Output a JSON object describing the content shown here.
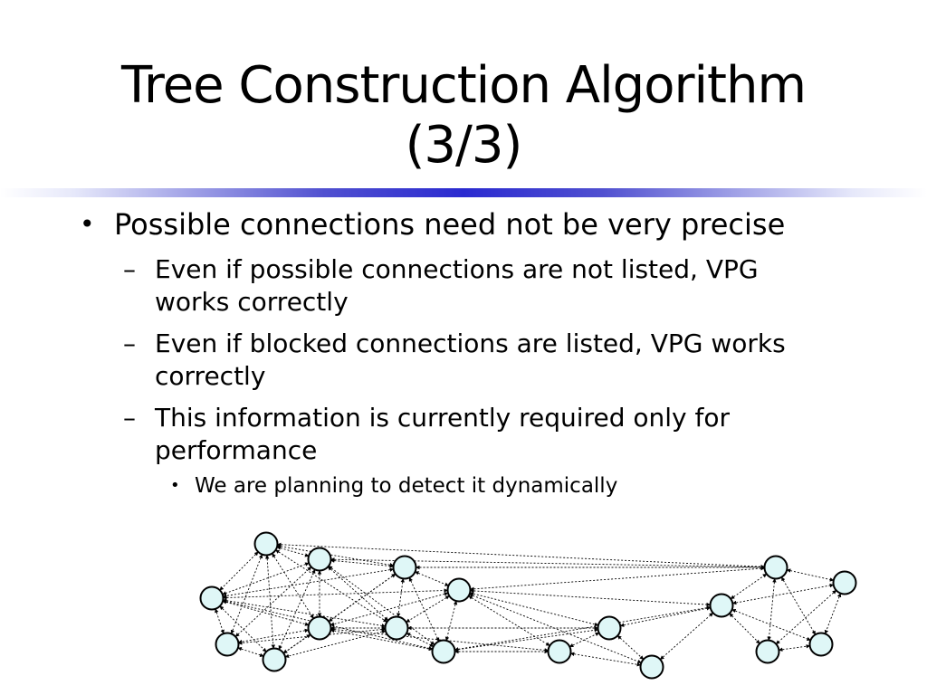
{
  "slide": {
    "title_line1": "Tree Construction Algorithm",
    "title_line2": "(3/3)",
    "bullets": [
      {
        "text": "Possible connections need not be very precise",
        "sub": [
          {
            "line1": "Even if possible connections are not listed, VPG",
            "line2": "works correctly"
          },
          {
            "line1": "Even if blocked connections are listed, VPG works",
            "line2": "correctly"
          },
          {
            "line1": "This information is currently required only for",
            "line2": "performance"
          }
        ],
        "subsub": "We are planning to detect it dynamically"
      }
    ],
    "bullet_symbol": "•",
    "dash_symbol": "–"
  },
  "colors": {
    "node_fill": "#dff7f7",
    "node_stroke": "#000000",
    "divider_accent": "#2a2ad0"
  }
}
